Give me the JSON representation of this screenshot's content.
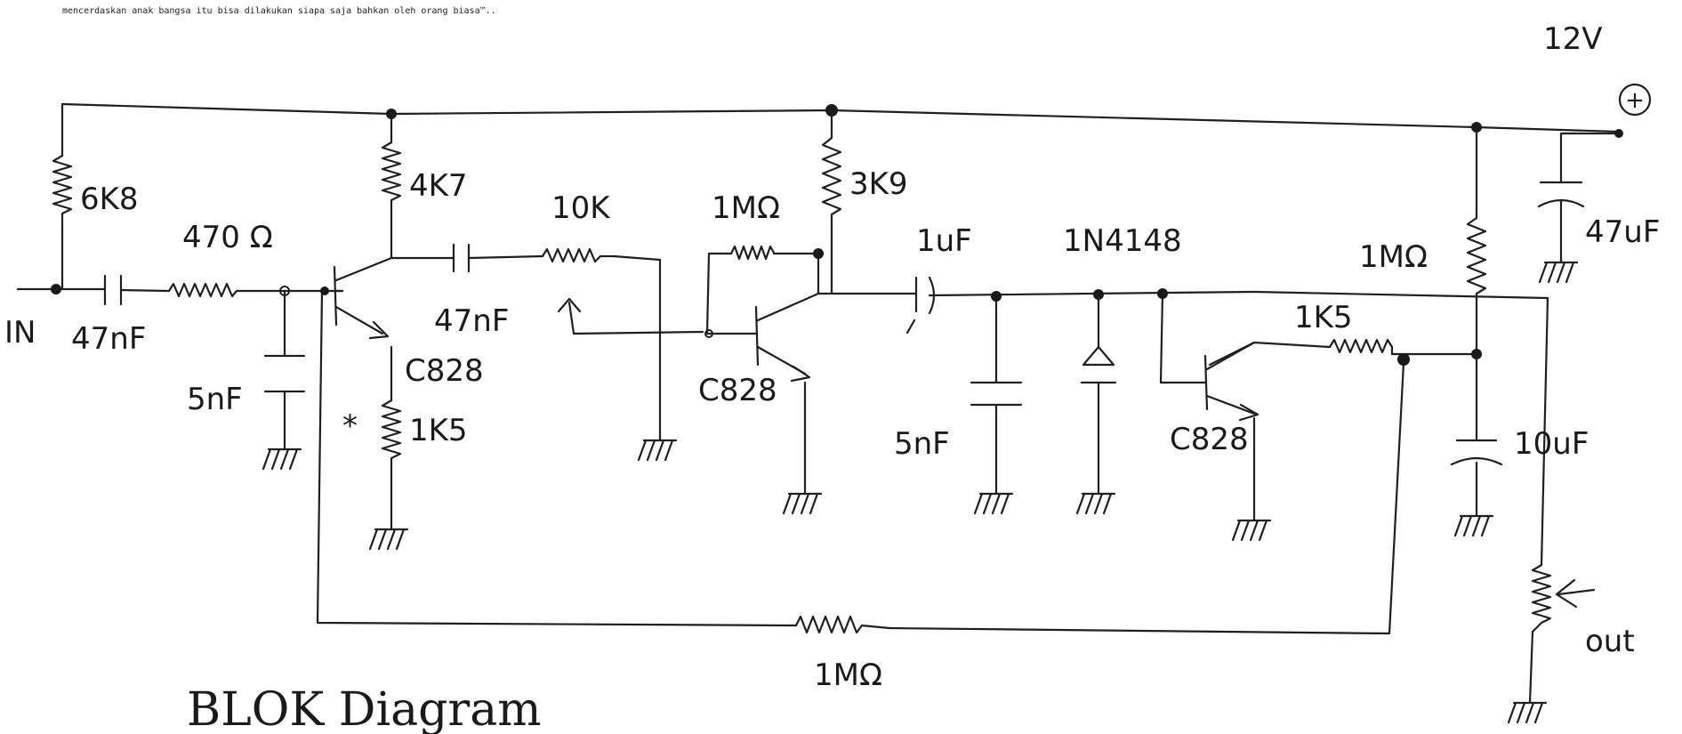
{
  "header_note": "mencerdaskan anak bangsa itu bisa dilakukan siapa saja bahkan oleh orang biasa™..",
  "supply": {
    "voltage": "12V",
    "plus_symbol": "+"
  },
  "labels": {
    "input": "IN",
    "output": "out",
    "r_6k8": "6K8",
    "r_470": "470 Ω",
    "c_in_47": "47nF",
    "c_5n_1": "5nF",
    "r_4k7": "4K7",
    "c_47n_2": "47nF",
    "q1": "C828",
    "asterisk": "*",
    "r_1k5_1": "1K5",
    "pot_10k": "10K",
    "r_1m_fb": "1MΩ",
    "r_3k9": "3K9",
    "q2": "C828",
    "c_1u": "1uF",
    "c_5n_2": "5nF",
    "diode": "1N4148",
    "r_1k5_2": "1K5",
    "q3": "C828",
    "r_1m_bias": "1MΩ",
    "c_47u": "47uF",
    "c_10u": "10uF",
    "r_1m_bottom": "1MΩ",
    "caption": "BLOK Diagram"
  }
}
